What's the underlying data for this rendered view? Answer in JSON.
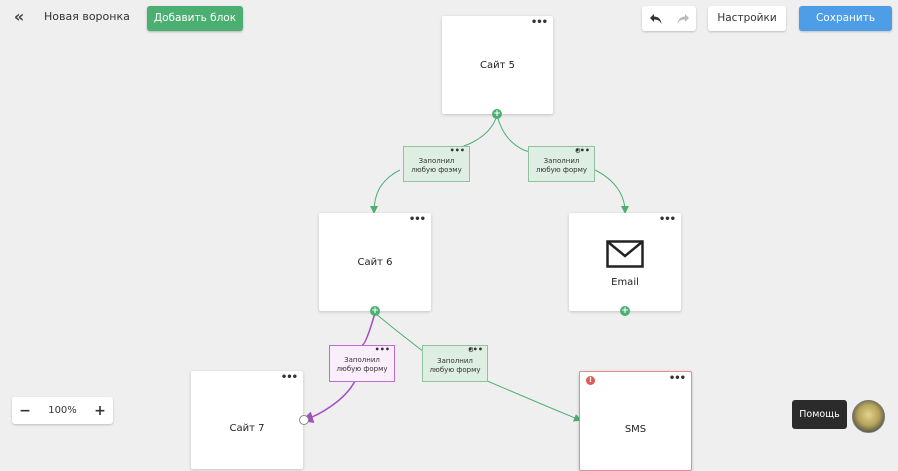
{
  "toolbar": {
    "back_icon": "double-chevron-left-icon",
    "funnel_name": "Новая воронка",
    "add_block_label": "Добавить блок",
    "undo_icon": "undo-icon",
    "redo_icon": "redo-icon",
    "settings_label": "Настройки",
    "save_label": "Сохранить",
    "colors": {
      "add_block": "#4caf72",
      "save": "#4d9ee6"
    }
  },
  "blocks": {
    "site5": {
      "label": "Сайт 5",
      "menu": "•••"
    },
    "site6": {
      "label": "Сайт 6",
      "menu": "•••"
    },
    "email": {
      "label": "Email",
      "icon": "envelope-icon",
      "menu": "•••"
    },
    "site7": {
      "label": "Сайт 7",
      "menu": "•••"
    },
    "sms": {
      "label": "SMS",
      "menu": "•••",
      "status_icon": "error-icon",
      "status_color": "#e05b5b"
    }
  },
  "conditions": {
    "c1": {
      "line1": "Заполнил",
      "line2": "любую фоэму",
      "menu": "•••"
    },
    "c2": {
      "line1": "Заполнил",
      "line2": "любую форму",
      "menu": "•••",
      "icon": "gear-icon"
    },
    "c3": {
      "line1": "Заполнил",
      "line2": "любую форму",
      "menu": "•••"
    },
    "c4": {
      "line1": "Заполнил",
      "line2": "любую форму",
      "menu": "•••",
      "icon": "gear-icon"
    }
  },
  "zoom": {
    "value": "100%",
    "minus": "−",
    "plus": "+"
  },
  "help": {
    "label": "Помощь"
  }
}
